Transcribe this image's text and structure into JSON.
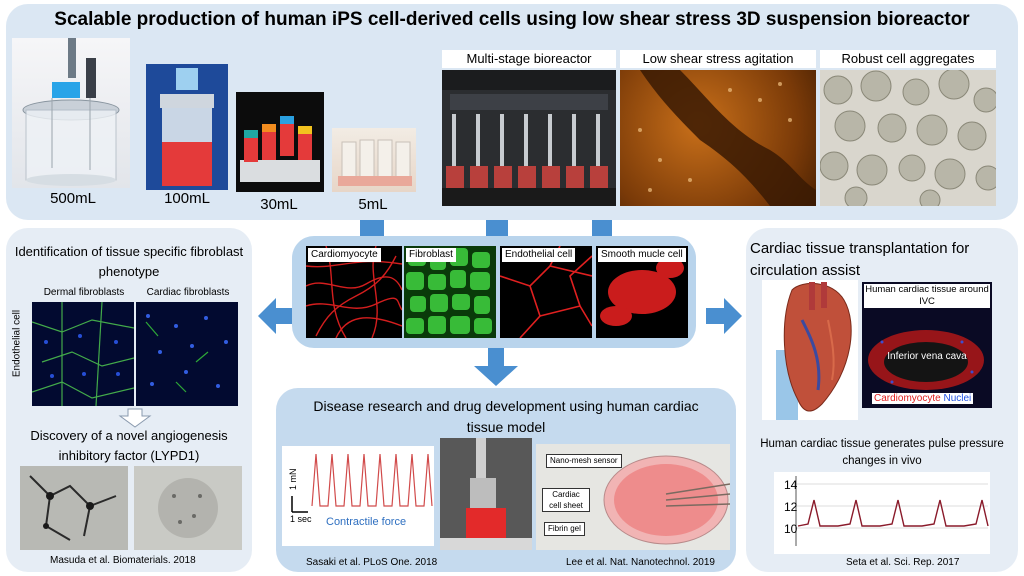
{
  "title": "Scalable production of human iPS cell-derived cells using low shear stress 3D suspension bioreactor",
  "bioreactors": [
    {
      "label": "500mL"
    },
    {
      "label": "100mL"
    },
    {
      "label": "30mL"
    },
    {
      "label": "5mL"
    }
  ],
  "top_captions": [
    "Multi-stage bioreactor",
    "Low shear stress agitation",
    "Robust cell aggregates"
  ],
  "cell_types": [
    "Cardiomyocyte",
    "Fibroblast",
    "Endothelial cell",
    "Smooth mucle cell"
  ],
  "left": {
    "heading": "Identification of tissue specific fibroblast phenotype",
    "col_labels": [
      "Dermal fibroblasts",
      "Cardiac fibroblasts"
    ],
    "row_label": "Endothelial cell",
    "discovery": "Discovery of a novel angiogenesis inhibitory factor (LYPD1)",
    "citation": "Masuda et al. Biomaterials. 2018"
  },
  "bottom": {
    "heading": "Disease research and drug development using human cardiac tissue model",
    "scale_mn": "1 mN",
    "scale_sec": "1 sec",
    "force_label": "Contractile force",
    "sensor_labels": [
      "Nano-mesh sensor",
      "Cardiac cell sheet",
      "Fibrin gel"
    ],
    "citation_left": "Sasaki et al. PLoS One. 2018",
    "citation_right": "Lee et al. Nat. Nanotechnol. 2019"
  },
  "right": {
    "heading": "Cardiac tissue transplantation for circulation assist",
    "ivc_caption": "Human cardiac tissue around IVC",
    "ivc_inner": "Inferior vena cava",
    "legend_cardio": "Cardiomyocyte",
    "legend_nuclei": "Nuclei",
    "pulse_heading": "Human cardiac tissue generates pulse pressure changes in vivo",
    "y_ticks": [
      "14",
      "12",
      "10"
    ],
    "citation": "Seta et al. Sci. Rep. 2017"
  },
  "colors": {
    "arrow": "#4a8fd0",
    "cardio_red": "#e02020",
    "nuclei_blue": "#2050e0",
    "force_text": "#2e6fc0"
  },
  "icons": [
    "arrow-left-icon",
    "arrow-right-icon",
    "arrow-down-icon",
    "outline-arrow-down-icon"
  ]
}
